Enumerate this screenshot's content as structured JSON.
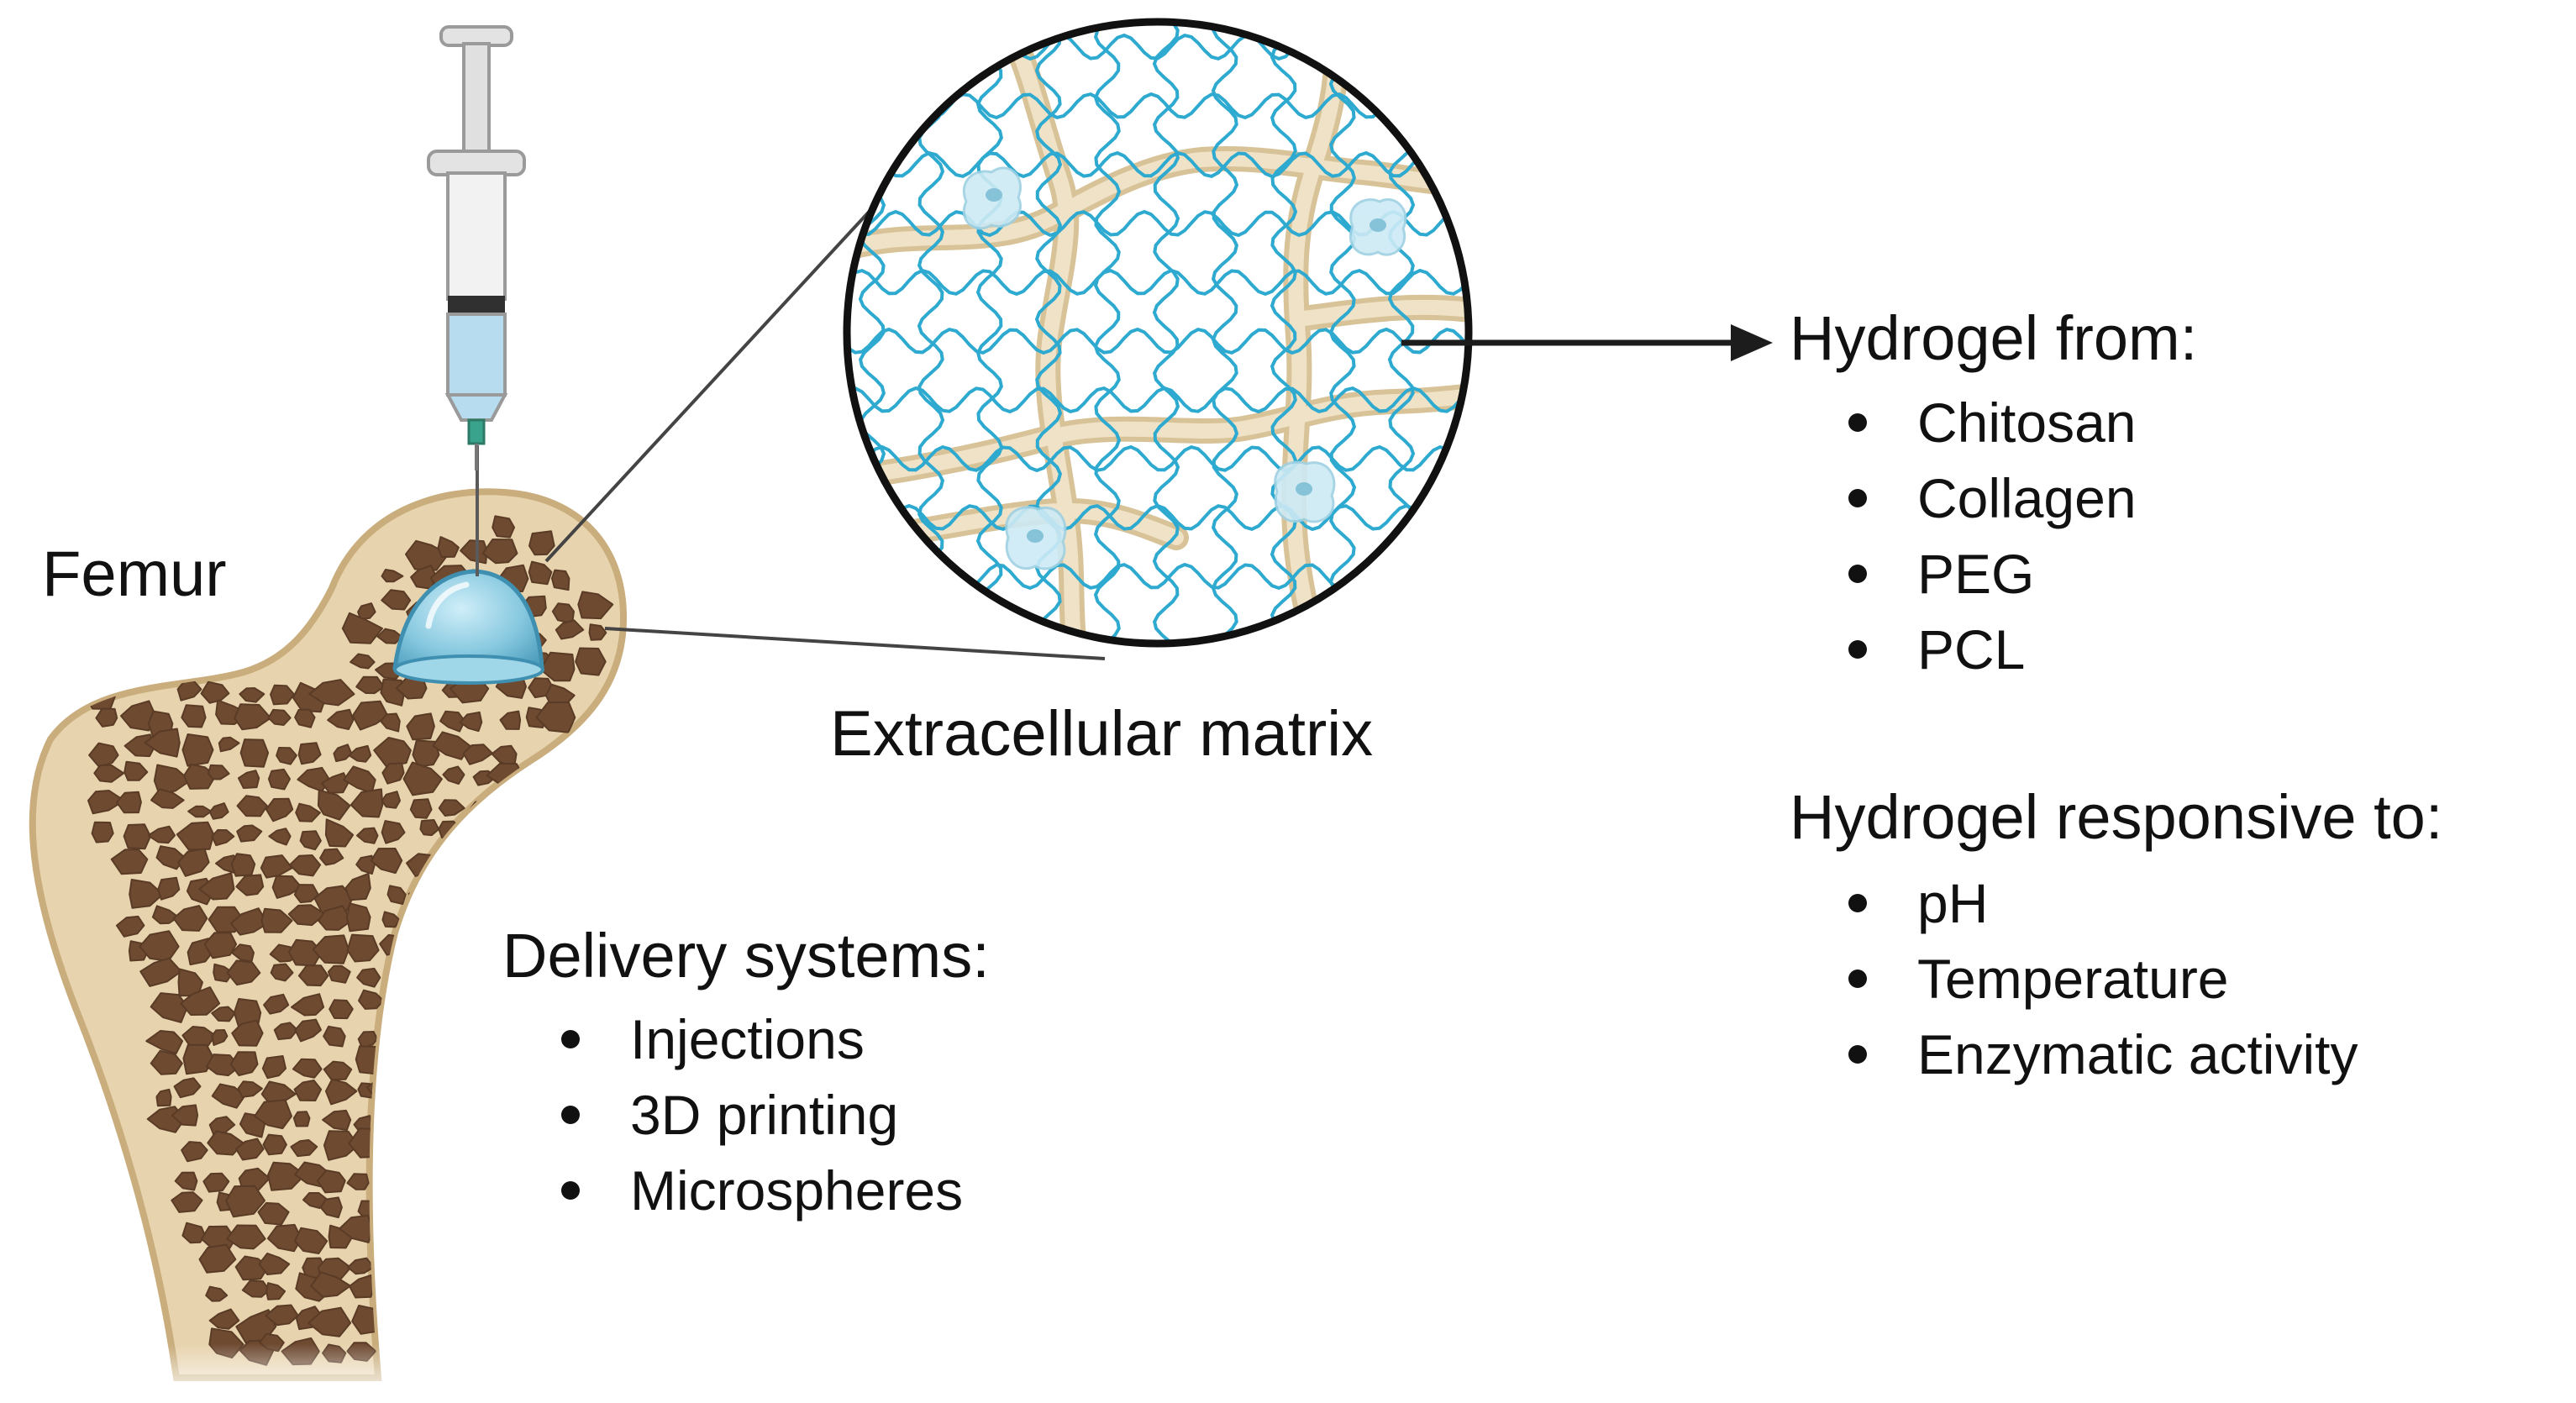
{
  "labels": {
    "femur": "Femur",
    "ecm": "Extracellular matrix"
  },
  "delivery": {
    "title": "Delivery systems:",
    "items": [
      "Injections",
      "3D printing",
      "Microspheres"
    ]
  },
  "hydrogel_from": {
    "title": "Hydrogel from:",
    "items": [
      "Chitosan",
      "Collagen",
      "PEG",
      "PCL"
    ]
  },
  "hydrogel_responsive": {
    "title": "Hydrogel responsive to:",
    "items": [
      "pH",
      "Temperature",
      "Enzymatic activity"
    ]
  },
  "colors": {
    "bone": "#e7d3ad",
    "bone_outline": "#c9ad7c",
    "marrow": "#6e4a31",
    "hydrogel": "#7ec4dc",
    "fiber": "#2ea9cf",
    "matrix_strand": "#e3cfa8"
  }
}
